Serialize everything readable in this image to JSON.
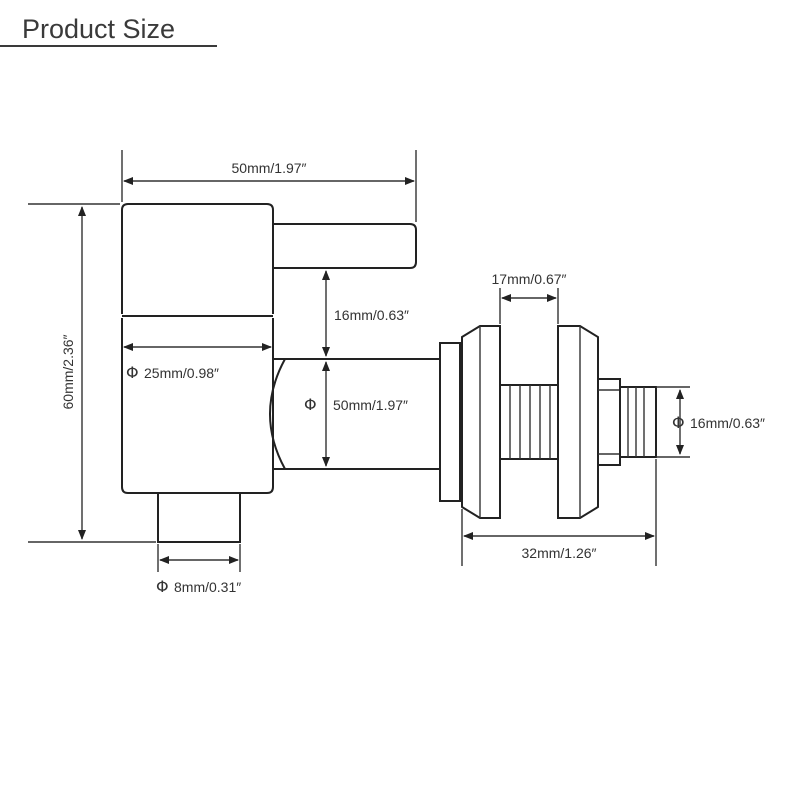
{
  "header": {
    "title": "Product Size"
  },
  "phi_symbol": "Φ",
  "dimensions": {
    "top_width": "50mm/1.97″",
    "total_height": "60mm/2.36″",
    "handle_gap": "16mm/0.63″",
    "body_diameter": "25mm/0.98″",
    "spout_height": "50mm/1.97″",
    "nut_width": "17mm/0.67″",
    "thread_diameter": "16mm/0.63″",
    "fitting_length": "32mm/1.26″",
    "outlet_diameter": "8mm/0.31″"
  },
  "colors": {
    "line": "#222222",
    "text": "#333333"
  }
}
